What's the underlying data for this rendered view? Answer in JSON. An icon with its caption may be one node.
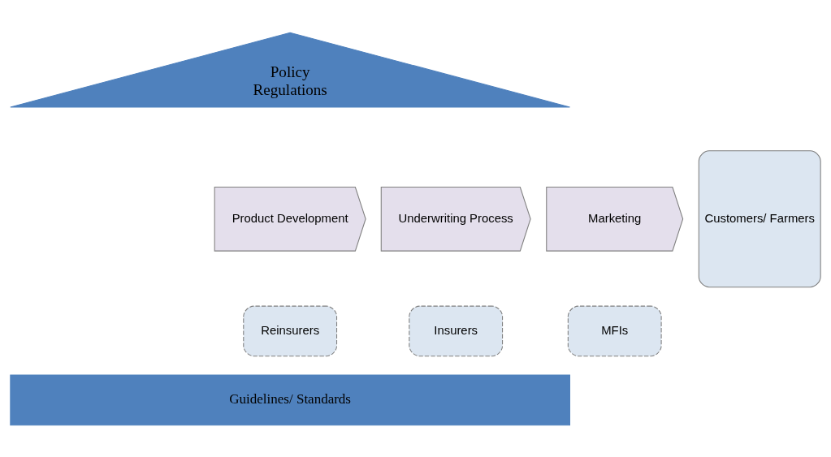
{
  "diagram": {
    "nodes": [
      {
        "text": [
          "Policy",
          "Regulations"
        ]
      },
      {
        "text": [
          "Product Development"
        ]
      },
      {
        "text": [
          "Underwriting Process"
        ]
      },
      {
        "text": [
          "Marketing"
        ]
      },
      {
        "text": [
          "Customers/ Farmers"
        ]
      },
      {
        "text": [
          "Reinsurers"
        ]
      },
      {
        "text": [
          "Insurers"
        ]
      },
      {
        "text": [
          "MFIs"
        ]
      },
      {
        "text": [
          "Guidelines/ Standards"
        ]
      }
    ],
    "edges": []
  }
}
